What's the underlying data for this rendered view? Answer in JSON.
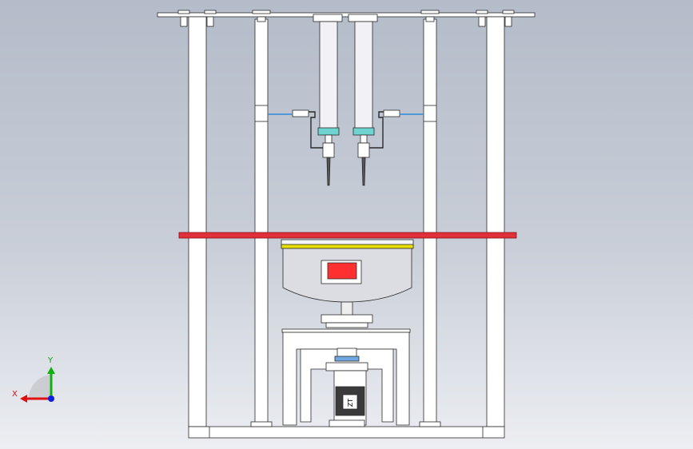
{
  "axes": {
    "x_label": "X",
    "y_label": "Y"
  },
  "motor": {
    "label": "ZT"
  },
  "colors": {
    "frame": "#ffffff",
    "outline": "#2a2a2a",
    "red_bar": "#e0303a",
    "yellow_rim": "#e8e000",
    "red_window": "#ff3030",
    "cylinder": "#f2f2f6",
    "teal": "#6fd3cf",
    "blue_line": "#2d8ad9",
    "axis_x": "#e01010",
    "axis_y": "#10b010",
    "axis_z": "#1020e0"
  }
}
